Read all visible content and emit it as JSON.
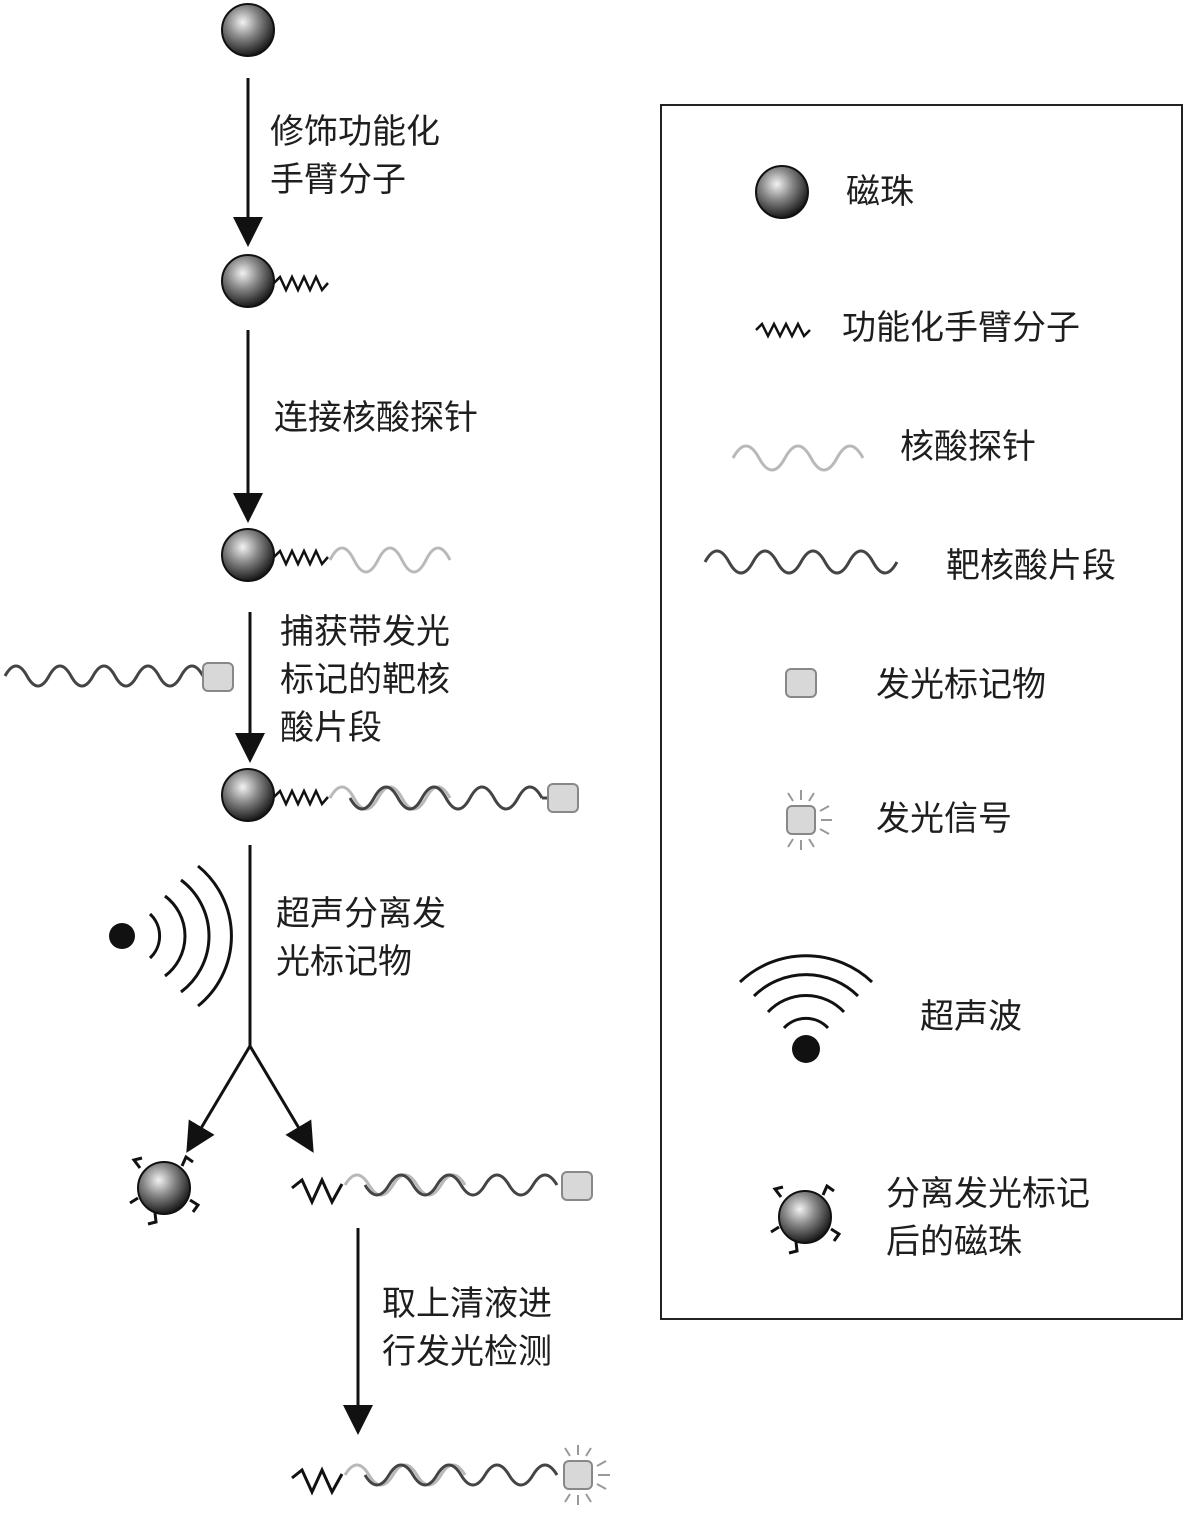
{
  "steps": [
    {
      "lines": [
        "修饰功能化",
        "手臂分子"
      ]
    },
    {
      "lines": [
        "连接核酸探针"
      ]
    },
    {
      "lines": [
        "捕获带发光",
        "标记的靶核",
        "酸片段"
      ]
    },
    {
      "lines": [
        "超声分离发",
        "光标记物"
      ]
    },
    {
      "lines": [
        "取上清液进",
        "行发光检测"
      ]
    }
  ],
  "legend": [
    {
      "icon": "magnetic-bead",
      "label": "磁珠"
    },
    {
      "icon": "arm-molecule",
      "label": "功能化手臂分子"
    },
    {
      "icon": "nucleic-probe",
      "label": "核酸探针"
    },
    {
      "icon": "target-fragment",
      "label": "靶核酸片段"
    },
    {
      "icon": "luminescent-label",
      "label": "发光标记物"
    },
    {
      "icon": "luminescent-signal",
      "label": "发光信号"
    },
    {
      "icon": "ultrasound",
      "label": "超声波"
    },
    {
      "lines": [
        "分离发光标记",
        "后的磁珠"
      ],
      "icon": "separated-bead"
    }
  ],
  "colors": {
    "line": "#111111",
    "probe": "#b9b9b9",
    "target": "#555555",
    "label_fill": "#d8d8d8"
  }
}
